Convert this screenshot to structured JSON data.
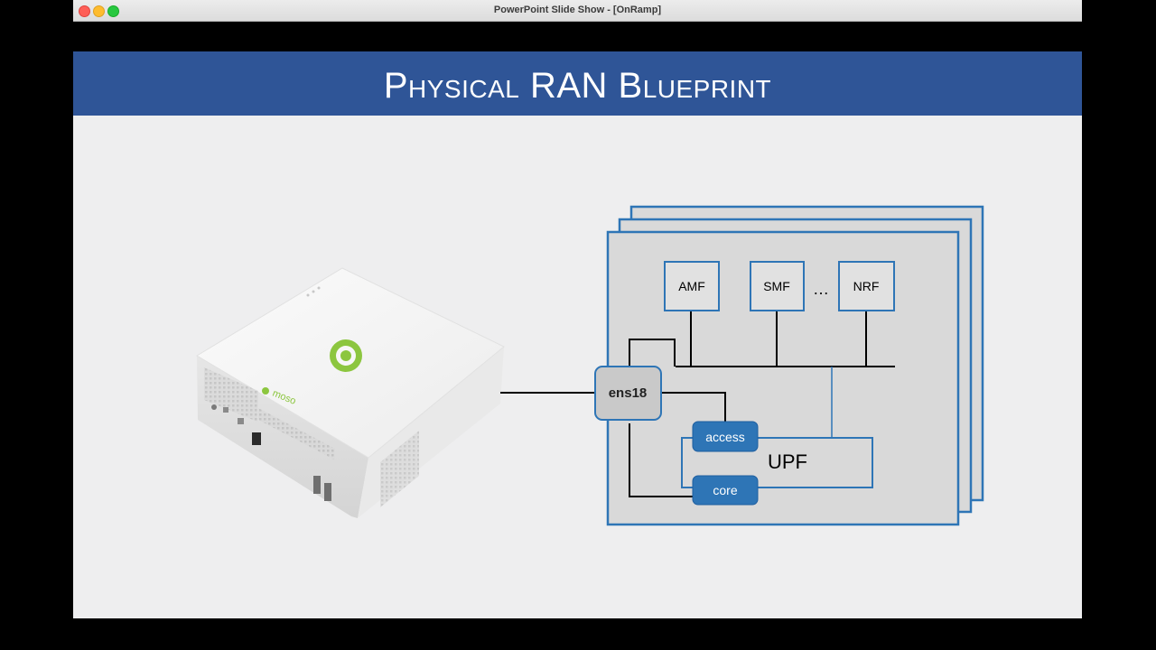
{
  "window": {
    "title": "PowerPoint Slide Show - [OnRamp]"
  },
  "slide": {
    "title": "Physical RAN Blueprint",
    "device_logo": "moso",
    "diagram": {
      "functions": [
        "AMF",
        "SMF",
        "NRF"
      ],
      "ellipsis": "…",
      "interface": "ens18",
      "upf": "UPF",
      "ports": {
        "access": "access",
        "core": "core"
      }
    }
  },
  "colors": {
    "banner": "#2f5597",
    "accent": "#2e75b6",
    "pod_fill": "#d9d9d9",
    "interface_fill": "#c9c9c9"
  }
}
